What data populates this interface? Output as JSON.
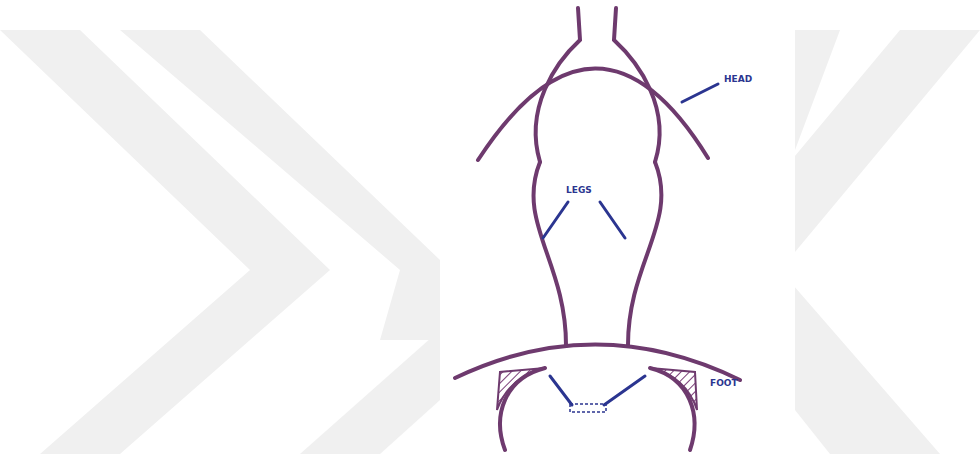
{
  "diagram": {
    "labels": [
      "HEAD",
      "LEGS",
      "FOOT"
    ]
  }
}
